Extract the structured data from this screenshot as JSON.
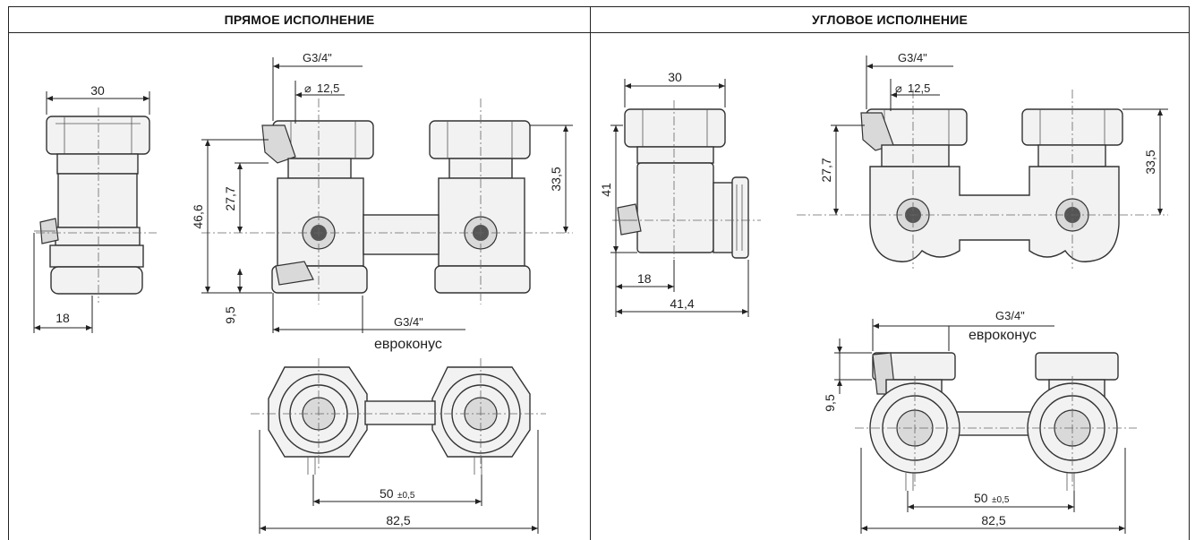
{
  "headers": {
    "straight": "ПРЯМОЕ ИСПОЛНЕНИЕ",
    "angular": "УГЛОВОЕ ИСПОЛНЕНИЕ"
  },
  "straight": {
    "side": {
      "width_top": "30",
      "offset_bottom": "18"
    },
    "front": {
      "thread_top": "G3/4\"",
      "diameter": "12,5",
      "height_total": "46,6",
      "height_upper": "27,7",
      "height_right": "33,5",
      "height_lower": "9,5",
      "thread_bottom": "G3/4\"",
      "eurocone": "евроконус"
    },
    "bottom": {
      "spacing": "50",
      "tolerance": "±0,5",
      "width": "82,5"
    }
  },
  "angular": {
    "side": {
      "width_top": "30",
      "height_total": "41",
      "offset_bottom": "18",
      "depth": "41,4"
    },
    "front": {
      "thread_top": "G3/4\"",
      "diameter": "12,5",
      "height_upper": "27,7",
      "height_right": "33,5"
    },
    "bottom": {
      "thread": "G3/4\"",
      "eurocone": "евроконус",
      "height": "9,5",
      "spacing": "50",
      "tolerance": "±0,5",
      "width": "82,5"
    }
  }
}
